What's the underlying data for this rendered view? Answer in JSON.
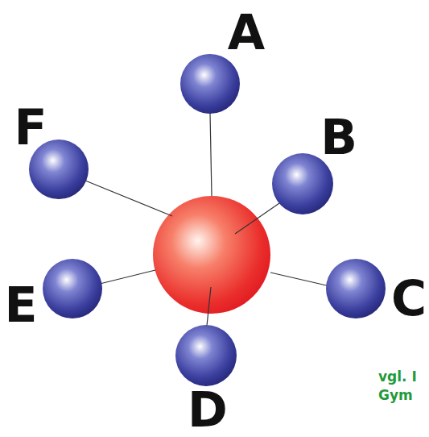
{
  "diagram": {
    "nodes": [
      {
        "text": [
          "A"
        ]
      },
      {
        "text": [
          "B"
        ]
      },
      {
        "text": [
          "C"
        ]
      },
      {
        "text": [
          "D"
        ]
      },
      {
        "text": [
          "E"
        ]
      },
      {
        "text": [
          "F"
        ]
      }
    ],
    "labels": [
      "vgl. I",
      "Gym"
    ]
  }
}
